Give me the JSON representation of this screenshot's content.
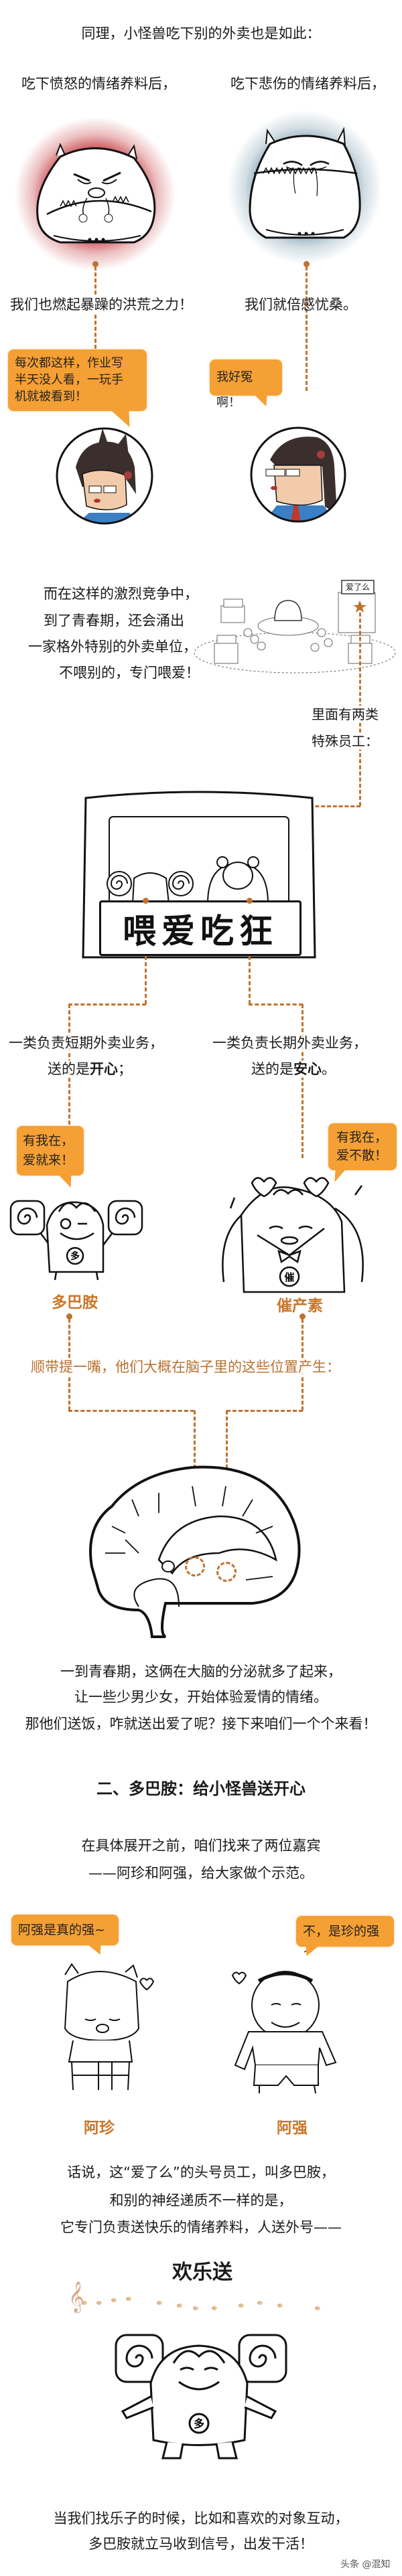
{
  "intro": {
    "title": "同理，小怪兽吃下别的外卖也是如此："
  },
  "left_panel": {
    "heading": "吃下愤怒的情绪养料后，",
    "result": "我们也燃起暴躁的洪荒之力！",
    "bubble": [
      "每次都这样，作业写",
      "半天没人看，一玩手",
      "机就被看到！"
    ]
  },
  "right_panel": {
    "heading": "吃下悲伤的情绪养料后，",
    "result": "我们就倍感忧桑。",
    "bubble": [
      "我好冤啊！"
    ]
  },
  "love_unit": {
    "lines": [
      "而在这样的激烈竞争中，",
      "到了青春期，还会涌出",
      "一家格外特别的外卖单位，",
      "不喂别的，专门喂爱！"
    ],
    "shop_sign": "爱了么"
  },
  "staff_intro": [
    "里面有两类",
    "特殊员工："
  ],
  "cart_sign": "喂爱吃狂",
  "dopamine": {
    "desc": "一类负责短期外卖业务，",
    "gift_prefix": "送的是",
    "gift": "开心",
    "gift_suffix": "；",
    "bubble": [
      "有我在，",
      "爱就来！"
    ],
    "name": "多巴胺",
    "badge": "多"
  },
  "oxytocin": {
    "desc": "一类负责长期外卖业务，",
    "gift_prefix": "送的是",
    "gift": "安心",
    "gift_suffix": "。",
    "bubble": [
      "有我在，",
      "爱不散！"
    ],
    "name": "催产素",
    "badge": "催"
  },
  "brain_note": "顺带提一嘴，他们大概在脑子里的这些位置产生：",
  "puberty": [
    "一到青春期，这俩在大脑的分泌就多了起来，",
    "让一些少男少女，开始体验爱情的情绪。",
    "那他们送饭，咋就送出爱了呢？接下来咱们一个个来看！"
  ],
  "section_heading": "二、多巴胺：给小怪兽送开心",
  "guests": {
    "intro": [
      "在具体展开之前，咱们找来了两位嘉宾",
      "——阿珍和阿强，给大家做个示范。"
    ],
    "azhen": {
      "bubble": "阿强是真的强~",
      "name": "阿珍"
    },
    "aqiang": {
      "bubble": "不，是珍的强~",
      "name": "阿强"
    }
  },
  "nickname": {
    "lines": [
      "话说，这“爱了么”的头号员工，叫多巴胺，",
      "和别的神经递质不一样的是，",
      "它专门负责送快乐的情绪养料，人送外号——"
    ],
    "title": "欢乐送"
  },
  "closing": [
    "当我们找乐子的时候，比如和喜欢的对象互动，",
    "多巴胺就立马收到信号，出发干活！"
  ],
  "watermark": "头条 @混知",
  "colors": {
    "bubble": "#f5a034",
    "accent": "#c0732f",
    "anger_glow": "#c8454a",
    "sad_glow": "#7f9fb0"
  }
}
